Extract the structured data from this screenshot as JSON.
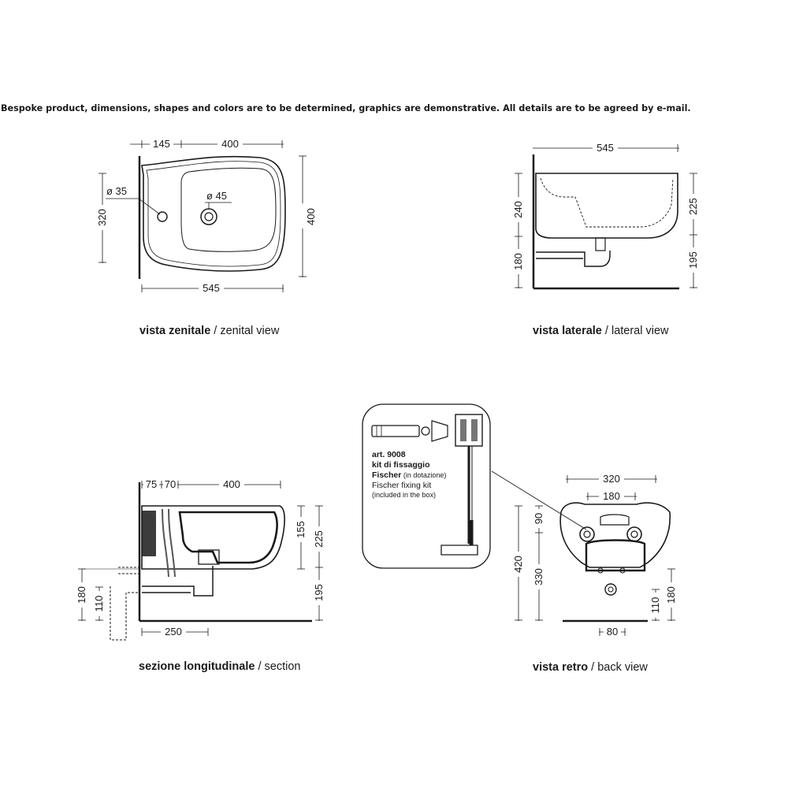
{
  "disclaimer": "Bespoke product, dimensions, shapes and colors are to be determined, graphics are demonstrative. All details are to be agreed by e-mail.",
  "views": {
    "zenital": {
      "caption_it": "vista zenitale",
      "caption_sep": " / ",
      "caption_en": "zenital view",
      "dims": {
        "top_left": "145",
        "top_right": "400",
        "hole_small": "ø 35",
        "hole_large": "ø 45",
        "left": "320",
        "right": "400",
        "bottom": "545"
      }
    },
    "lateral": {
      "caption_it": "vista laterale",
      "caption_sep": " / ",
      "caption_en": "lateral view",
      "dims": {
        "top": "545",
        "left_upper": "240",
        "left_lower": "180",
        "right_upper": "225",
        "right_lower": "195"
      }
    },
    "section": {
      "caption_it": "sezione longitudinale",
      "caption_sep": " / ",
      "caption_en": "section",
      "dims": {
        "top_a": "75",
        "top_b": "70",
        "top_c": "400",
        "right_upper": "155",
        "right_mid": "225",
        "right_lower": "195",
        "left_upper": "180",
        "left_lower": "110",
        "bottom": "250"
      }
    },
    "back": {
      "caption_it": "vista retro",
      "caption_sep": " / ",
      "caption_en": "back view",
      "dims": {
        "top_outer": "320",
        "top_inner": "180",
        "left_total": "420",
        "left_upper": "90",
        "left_lower": "330",
        "right_lower": "110",
        "right_total": "180",
        "bottom": "80"
      }
    }
  },
  "fixing_kit": {
    "line1": "art. 9008",
    "line2": "kit di fissaggio",
    "line3_bold": "Fischer",
    "line3_rest": " (in dotazione)",
    "line4": "Fischer fixing kit",
    "line5": "(included in the box)"
  }
}
